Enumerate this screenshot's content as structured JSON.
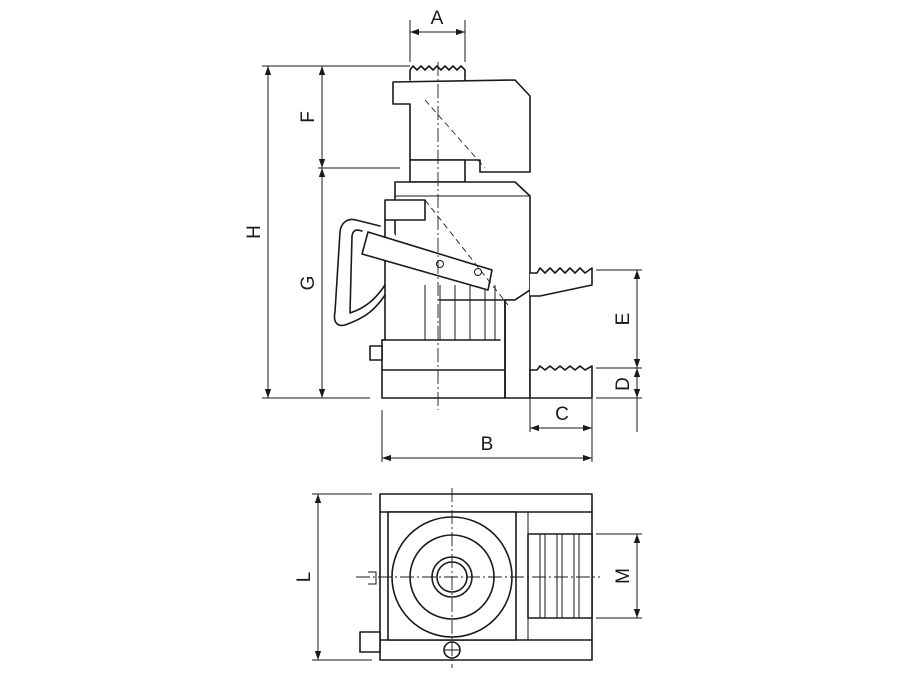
{
  "dimensions": {
    "A": "A",
    "B": "B",
    "C": "C",
    "D": "D",
    "E": "E",
    "F": "F",
    "G": "G",
    "H": "H",
    "L": "L",
    "M": "M"
  }
}
